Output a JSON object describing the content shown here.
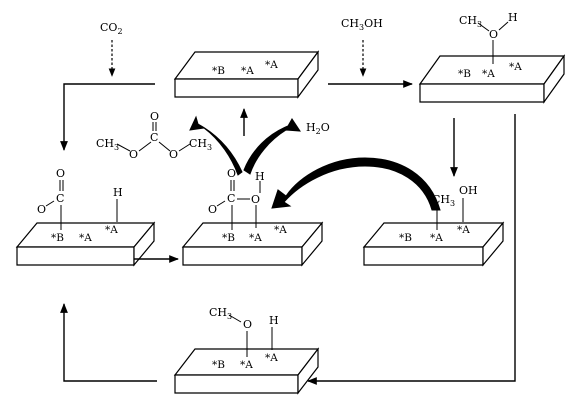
{
  "reagents": {
    "co2": "CO",
    "co2_sub": "2",
    "methanol": "CH",
    "methanol_sub": "3",
    "methanol_tail": "OH",
    "water": "H",
    "water_sub": "2",
    "water_tail": "O"
  },
  "sites": {
    "b": "*B",
    "a": "*A"
  },
  "atoms": {
    "o": "O",
    "h": "H",
    "c": "C",
    "oh": "OH",
    "ch3": "CH",
    "ch3_sub": "3"
  },
  "dmc_label": "CH3 O C O CH3"
}
